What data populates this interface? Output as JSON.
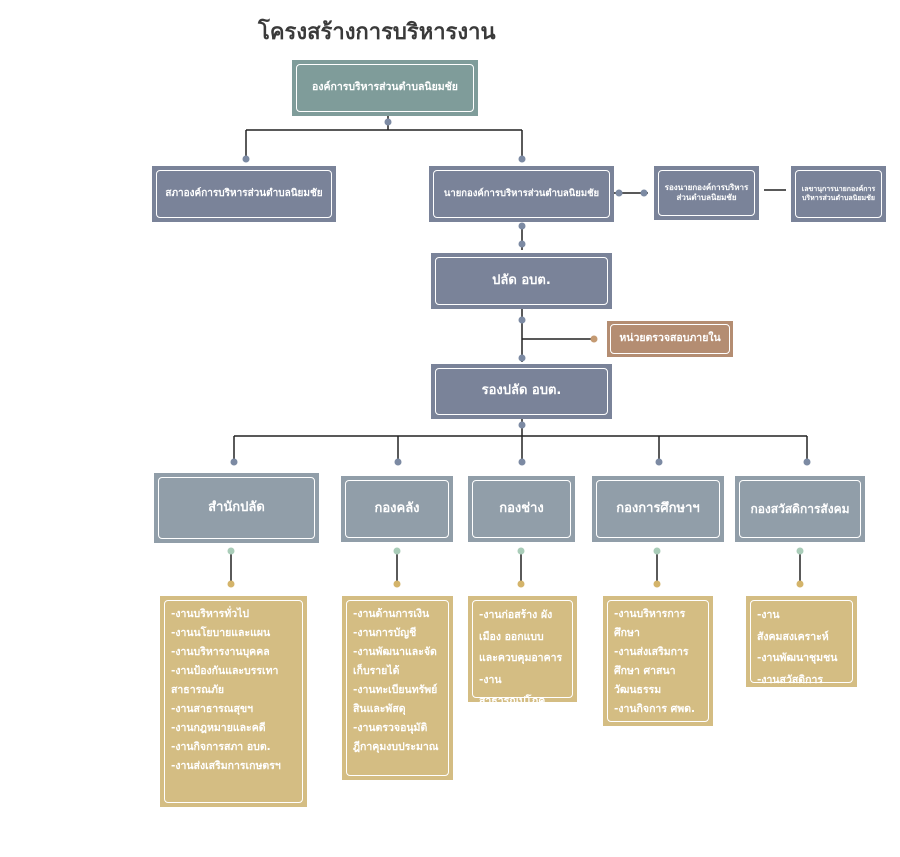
{
  "title": "โครงสร้างการบริหารงาน",
  "nodes": {
    "top": "องค์การบริหารส่วนตำบลนิยมชัย",
    "council": "สภาองค์การบริหารส่วนตำบลนิยมชัย",
    "mayor": "นายกองค์การบริหารส่วนตำบลนิยมชัย",
    "deputy_mayor": "รองนายกองค์การบริหารส่วนตำบลนิยมชัย",
    "secretary": "เลขานุการนายกองค์การบริหารส่วนตำบลนิยมชัย",
    "palad": "ปลัด อบต.",
    "audit": "หน่วยตรวจสอบภายใน",
    "deputy_palad": "รองปลัด อบต."
  },
  "departments": [
    {
      "name": "สำนักปลัด",
      "tasks": [
        "-งานบริหารทั่วไป",
        "-งานนโยบายและแผน",
        "-งานบริหารงานบุคคล",
        "-งานป้องกันและบรรเทา\nสาธารณภัย",
        "-งานสาธารณสุขฯ",
        "-งานกฎหมายและคดี",
        "-งานกิจการสภา อบต.",
        "-งานส่งเสริมการเกษตรฯ"
      ]
    },
    {
      "name": "กองคลัง",
      "tasks": [
        "-งานด้านการเงิน",
        "-งานการบัญชี",
        "-งานพัฒนาและจัด\nเก็บรายได้",
        "-งานทะเบียนทรัพย์\nสินและพัสดุ",
        "-งานตรวจอนุมัติ\nฎีกาคุมงบประมาณ"
      ]
    },
    {
      "name": "กองช่าง",
      "tasks": [
        "-งานก่อสร้าง ผัง\nเมือง ออกแบบ\nและควบคุมอาคาร",
        "-งานสาธารณูปโภค"
      ]
    },
    {
      "name": "กองการศึกษาฯ",
      "tasks": [
        "-งานบริหารการ\nศึกษา",
        "-งานส่งเสริมการ\nศึกษา ศาสนา\nวัฒนธรรม",
        "-งานกิจการ ศพด."
      ]
    },
    {
      "name": "กองสวัสดิการสังคม",
      "tasks": [
        "-งานสังคมสงเคราะห์",
        "-งานพัฒนาชุมชน",
        "-งานสวัสดิการสังคม"
      ]
    }
  ],
  "colors": {
    "top": "#7f9c9a",
    "executive": "#7a8399",
    "department": "#919ea9",
    "audit": "#b48d72",
    "tasks": "#d4bd83",
    "connector": "#222222"
  }
}
